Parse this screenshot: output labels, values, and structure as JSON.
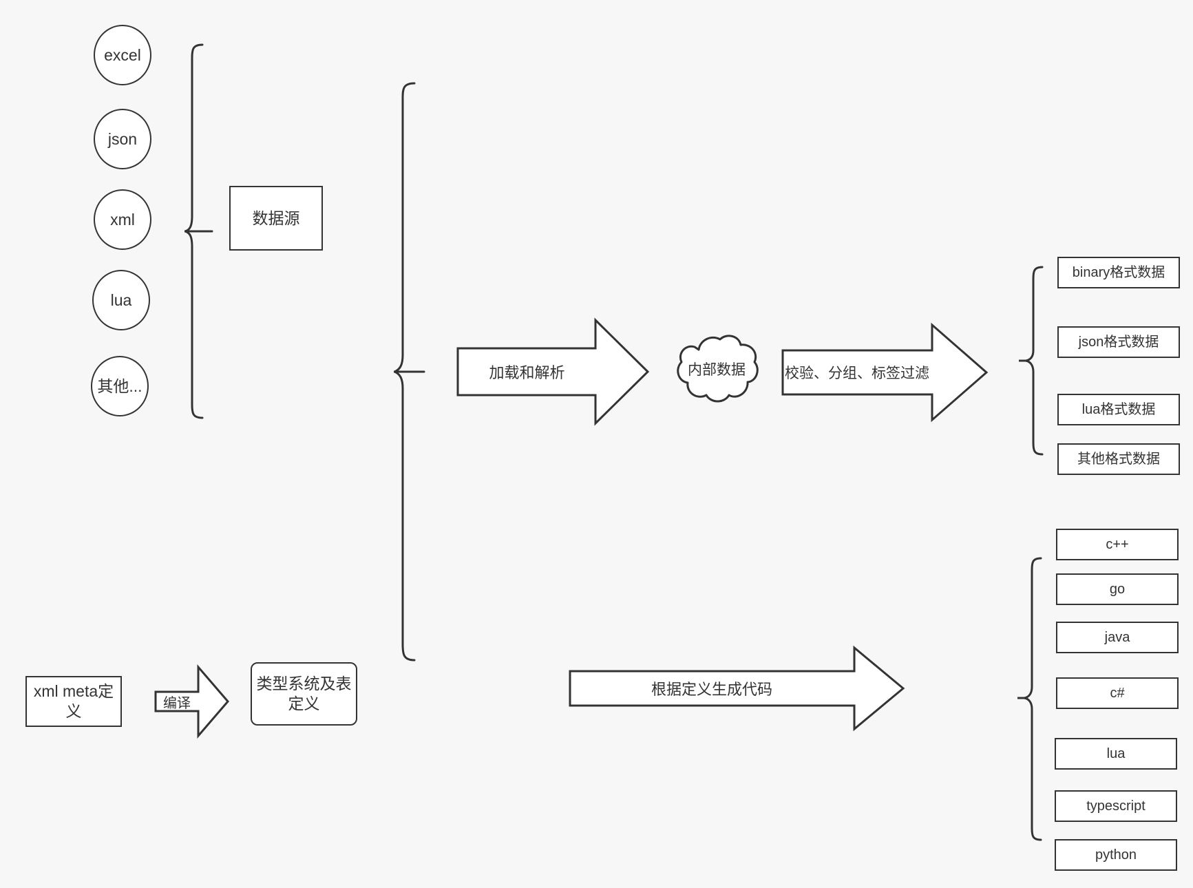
{
  "diagram": {
    "title": "data pipeline diagram",
    "background_color": "#f7f7f7",
    "stroke_color": "#333333",
    "fill_color": "#ffffff",
    "text_color": "#333333"
  },
  "sources": {
    "brace_name": "data-source-brace",
    "items": [
      {
        "label": "excel"
      },
      {
        "label": "json"
      },
      {
        "label": "xml"
      },
      {
        "label": "lua"
      },
      {
        "label": "其他..."
      }
    ],
    "group_box": {
      "label": "数据源"
    }
  },
  "meta": {
    "input_box": {
      "label": "xml meta定义"
    },
    "compile_arrow": {
      "label": "编译"
    },
    "type_system_box": {
      "label": "类型系统及表\n定义"
    }
  },
  "pipeline": {
    "group_brace_name": "pipeline-input-brace",
    "load_arrow": {
      "label": "加载和解析"
    },
    "cloud": {
      "label": "内部数据"
    },
    "filter_arrow": {
      "label": "校验、分组、标签过滤"
    },
    "codegen_arrow": {
      "label": "根据定义生成代码"
    }
  },
  "outputs": {
    "data_formats": {
      "brace_name": "data-format-brace",
      "items": [
        {
          "label": "binary格式数据"
        },
        {
          "label": "json格式数据"
        },
        {
          "label": "lua格式数据"
        },
        {
          "label": "其他格式数据"
        }
      ]
    },
    "languages": {
      "brace_name": "language-brace",
      "items": [
        {
          "label": "c++"
        },
        {
          "label": "go"
        },
        {
          "label": "java"
        },
        {
          "label": "c#"
        },
        {
          "label": "lua"
        },
        {
          "label": "typescript"
        },
        {
          "label": "python"
        }
      ]
    }
  }
}
